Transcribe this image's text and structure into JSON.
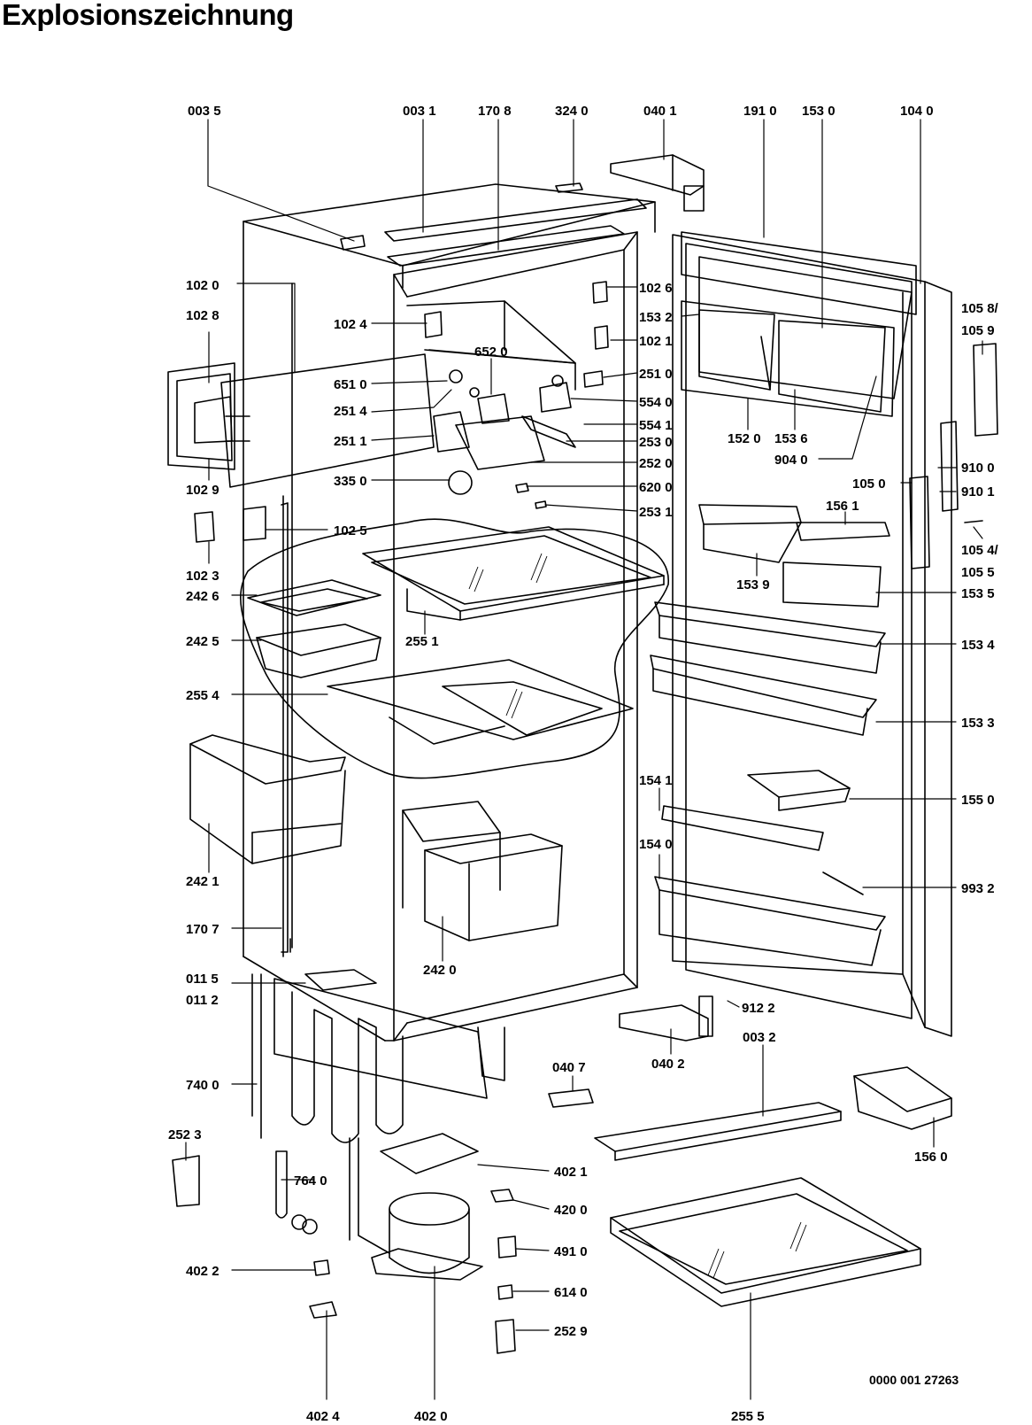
{
  "title": "Explosionszeichnung",
  "doc_number": "0000 001 27263",
  "labels": {
    "p0035": "003 5",
    "p0031": "003 1",
    "p1708": "170 8",
    "p3240": "324 0",
    "p0401": "040 1",
    "p1910": "191 0",
    "p1530": "153 0",
    "p1040": "104 0",
    "p1020": "102 0",
    "p1028": "102 8",
    "p1024": "102 4",
    "p1026": "102 6",
    "p1532": "153 2",
    "p6520": "652 0",
    "p1021": "102 1",
    "p6510": "651 0",
    "p2510": "251 0",
    "p2514": "251 4",
    "p5540": "554 0",
    "p5541": "554 1",
    "p2511": "251 1",
    "p2530": "253 0",
    "p2520": "252 0",
    "p3350": "335 0",
    "p6200": "620 0",
    "p1029": "102 9",
    "p2531": "253 1",
    "p1025": "102 5",
    "p1023": "102 3",
    "p2426": "242 6",
    "p2425": "242 5",
    "p2551": "255 1",
    "p2554": "255 4",
    "p2421": "242 1",
    "p1707": "170 7",
    "p2420": "242 0",
    "p0115": "011 5",
    "p0112": "011 2",
    "p7400": "740 0",
    "p2523": "252 3",
    "p7640": "764 0",
    "p4022": "402 2",
    "p4024": "402 4",
    "p4020": "402 0",
    "p4021": "402 1",
    "p4200": "420 0",
    "p4910": "491 0",
    "p6140": "614 0",
    "p2529": "252 9",
    "p0407": "040 7",
    "p0402": "040 2",
    "p9122": "912 2",
    "p0032": "003 2",
    "p1560": "156 0",
    "p2555": "255 5",
    "p1520": "152 0",
    "p1536": "153 6",
    "p9040": "904 0",
    "p1058a": "105 8/",
    "p1059": "105 9",
    "p9100": "910 0",
    "p9101": "910 1",
    "p1050": "105 0",
    "p1561": "156 1",
    "p1054a": "105 4/",
    "p1055": "105 5",
    "p1539": "153 9",
    "p1535": "153 5",
    "p1534": "153 4",
    "p1533": "153 3",
    "p1541": "154 1",
    "p1550": "155 0",
    "p1540": "154 0",
    "p9932": "993 2"
  }
}
